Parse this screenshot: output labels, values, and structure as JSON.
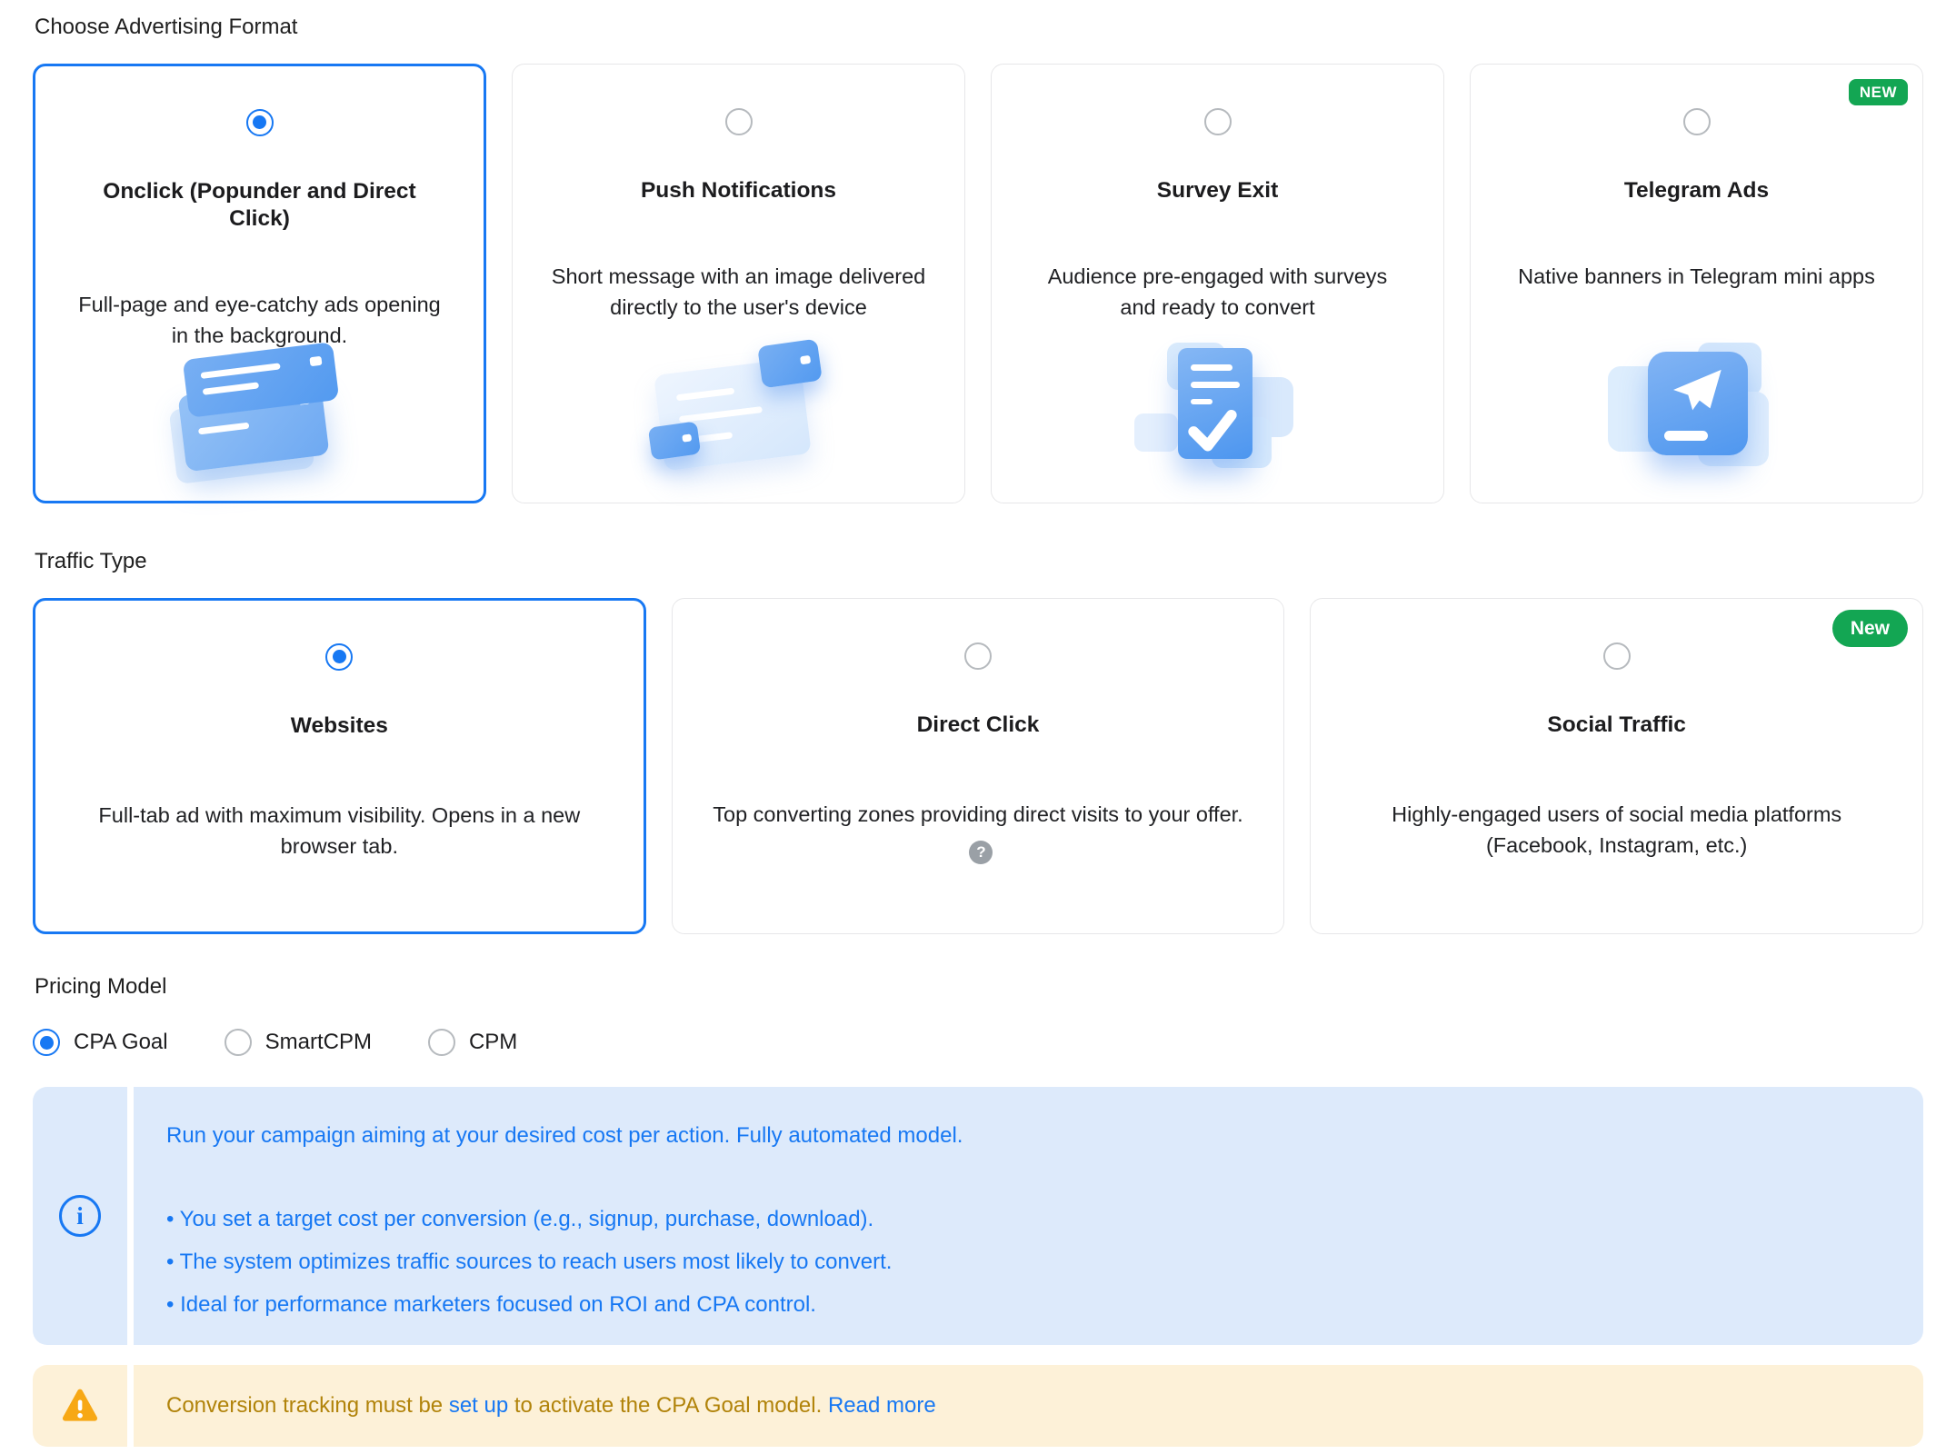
{
  "colors": {
    "accent_blue": "#1778f3",
    "badge_green": "#13a653",
    "info_bg": "#ddeafb",
    "info_text": "#1778f3",
    "warning_bg": "#fdf1d8",
    "warning_text": "#b1830a",
    "warning_icon_orange": "#f7a815",
    "card_border": "#e7e7e9",
    "title_text": "#1c1c1e",
    "body_text": "#202124"
  },
  "icons": {
    "help_glyph": "?",
    "info_glyph": "i"
  },
  "advertising_format": {
    "label": "Choose Advertising Format",
    "cards": [
      {
        "title": "Onclick (Popunder and Direct Click)",
        "description": "Full-page and eye-catchy ads opening in the background.",
        "selected": true
      },
      {
        "title": "Push Notifications",
        "description": "Short message with an image delivered directly to the user's device",
        "selected": false
      },
      {
        "title": "Survey Exit",
        "description": "Audience pre-engaged with surveys and ready to convert",
        "selected": false
      },
      {
        "title": "Telegram Ads",
        "description": "Native banners in Telegram mini apps",
        "selected": false,
        "badge": "NEW"
      }
    ]
  },
  "traffic_type": {
    "label": "Traffic Type",
    "cards": [
      {
        "title": "Websites",
        "description": "Full-tab ad with maximum visibility. Opens in a new browser tab.",
        "selected": true
      },
      {
        "title": "Direct Click",
        "description": "Top converting zones providing direct visits to your offer.",
        "selected": false
      },
      {
        "title": "Social Traffic",
        "description": "Highly-engaged users of social media platforms (Facebook, Instagram, etc.)",
        "selected": false,
        "badge": "New"
      }
    ]
  },
  "pricing_model": {
    "label": "Pricing Model",
    "options": [
      {
        "label": "CPA Goal",
        "selected": true
      },
      {
        "label": "SmartCPM",
        "selected": false
      },
      {
        "label": "CPM",
        "selected": false
      }
    ]
  },
  "cpa_info": {
    "intro": "Run your campaign aiming at your desired cost per action. Fully automated model.",
    "bullets": [
      "You set a target cost per conversion (e.g., signup, purchase, download).",
      "The system optimizes traffic sources to reach users most likely to convert.",
      "Ideal for performance marketers focused on ROI and CPA control."
    ]
  },
  "warning": {
    "text_before": "Conversion tracking must be",
    "setup_link": "set up",
    "text_after": "to activate the CPA Goal model.",
    "read_more_link": "Read more"
  }
}
